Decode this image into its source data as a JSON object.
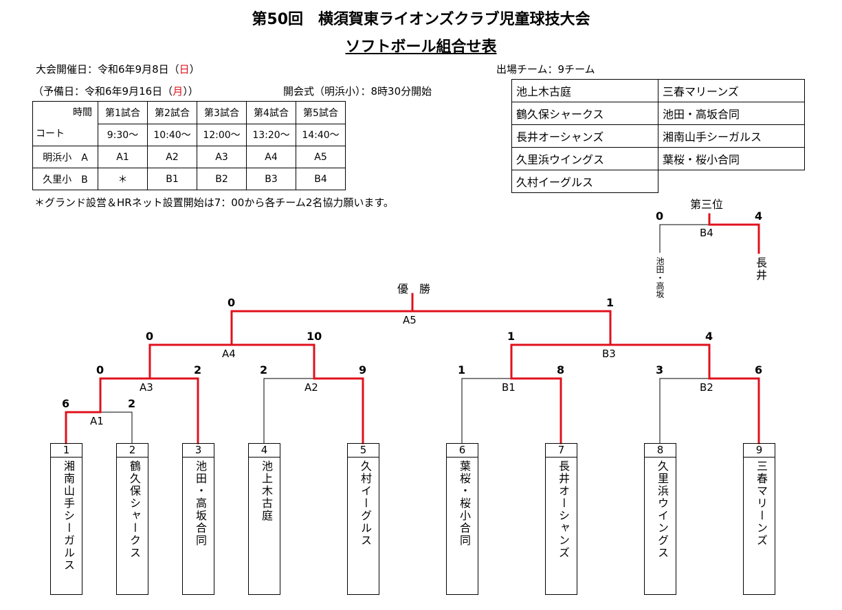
{
  "header": {
    "title": "第50回　横須賀東ライオンズクラブ児童球技大会",
    "subtitle": "ソフトボール組合せ表"
  },
  "info": {
    "date_prefix": "大会開催日：令和6年9月8日（",
    "date_day": "日",
    "date_suffix": "）",
    "reserve_prefix": "（予備日：令和6年9月16日（",
    "reserve_day": "月",
    "reserve_suffix": "））",
    "opening": "開会式（明浜小）：8時30分開始",
    "teams_count": "出場チーム：9チーム",
    "note": "＊グランド設営＆HRネット設置開始は7：00から各チーム2名協力願います。"
  },
  "schedule": {
    "time_label": "時間",
    "court_label": "コート",
    "games": [
      "第1試合",
      "第2試合",
      "第3試合",
      "第4試合",
      "第5試合"
    ],
    "times": [
      "9:30〜",
      "10:40〜",
      "12:00〜",
      "13:20〜",
      "14:40〜"
    ],
    "rows": [
      {
        "court": "明浜小　A",
        "cells": [
          "A1",
          "A2",
          "A3",
          "A4",
          "A5"
        ]
      },
      {
        "court": "久里小　B",
        "cells": [
          "＊",
          "B1",
          "B2",
          "B3",
          "B4"
        ]
      }
    ]
  },
  "team_list": {
    "left": [
      "池上木古庭",
      "鶴久保シャークス",
      "長井オーシャンズ",
      "久里浜ウイングス",
      "久村イーグルス"
    ],
    "right": [
      "三春マリーンズ",
      "池田・高坂合同",
      "湘南山手シーガルス",
      "葉桜・桜小合同"
    ]
  },
  "bracket": {
    "teams": [
      {
        "num": "1",
        "name": "湘南山手シーガルス"
      },
      {
        "num": "2",
        "name": "鶴久保シャークス"
      },
      {
        "num": "3",
        "name": "池田・高坂合同"
      },
      {
        "num": "4",
        "name": "池上木古庭"
      },
      {
        "num": "5",
        "name": "久村イーグルス"
      },
      {
        "num": "6",
        "name": "葉桜・桜小合同"
      },
      {
        "num": "7",
        "name": "長井オーシャンズ"
      },
      {
        "num": "8",
        "name": "久里浜ウイングス"
      },
      {
        "num": "9",
        "name": "三春マリーンズ"
      }
    ],
    "matches": {
      "A1": {
        "label": "A1",
        "left": "6",
        "right": "2"
      },
      "A3": {
        "label": "A3",
        "left": "0",
        "right": "2"
      },
      "A2": {
        "label": "A2",
        "left": "2",
        "right": "9"
      },
      "A4": {
        "label": "A4",
        "left": "0",
        "right": "10"
      },
      "B1": {
        "label": "B1",
        "left": "1",
        "right": "8"
      },
      "B2": {
        "label": "B2",
        "left": "3",
        "right": "6"
      },
      "B3": {
        "label": "B3",
        "left": "1",
        "right": "4"
      },
      "A5": {
        "label": "A5",
        "left": "0",
        "right": "1"
      },
      "B4": {
        "label": "B4",
        "left": "0",
        "right": "4"
      }
    },
    "final_label": "優　勝",
    "third_label": "第三位",
    "third_left_team": "池田・高坂",
    "third_right_team": "長井"
  },
  "colors": {
    "win_line": "#e0101c",
    "line": "#000000"
  }
}
